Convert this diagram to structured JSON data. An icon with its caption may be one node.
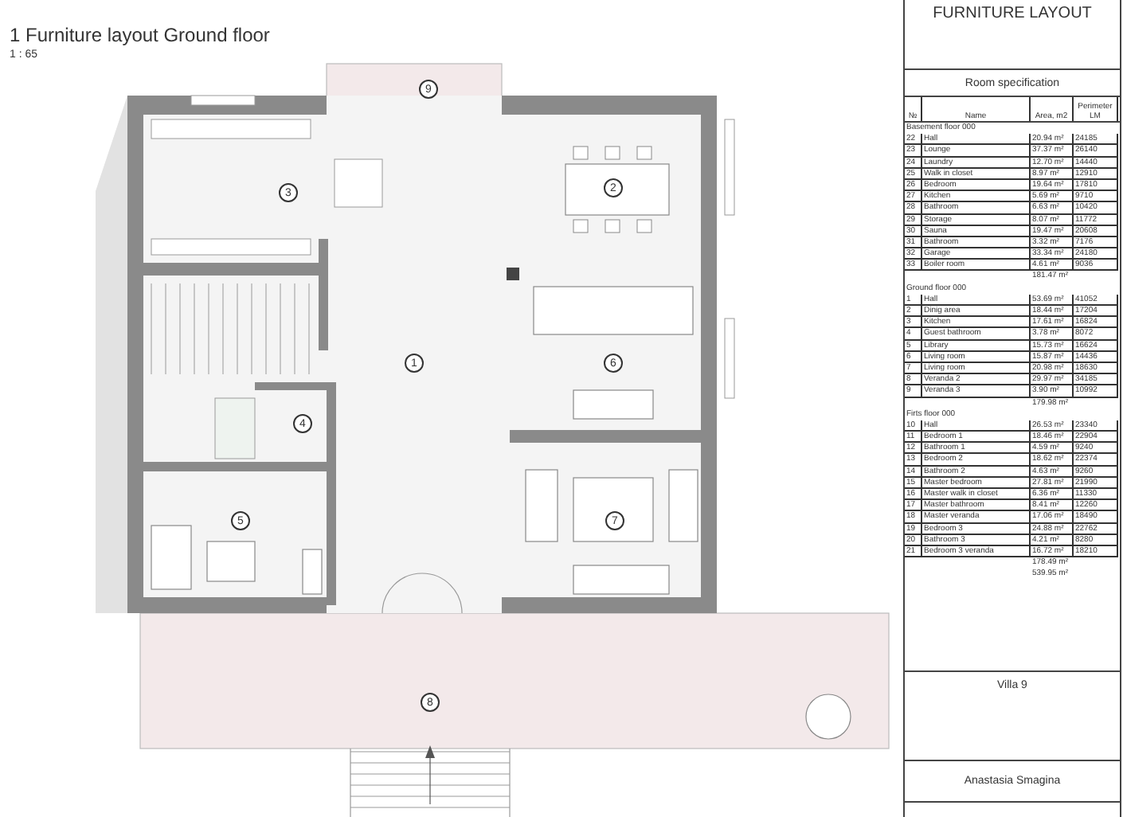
{
  "diagram": {
    "title": "1 Furniture layout Ground floor",
    "nodes": [
      {
        "text": [
          "9"
        ]
      },
      {
        "text": [
          "3"
        ]
      },
      {
        "text": [
          "2"
        ]
      },
      {
        "text": [
          "1"
        ]
      },
      {
        "text": [
          "6"
        ]
      },
      {
        "text": [
          "4"
        ]
      },
      {
        "text": [
          "5"
        ]
      },
      {
        "text": [
          "7"
        ]
      },
      {
        "text": [
          "8"
        ]
      }
    ],
    "labels": [
      "1 : 65",
      "FURNITURE LAYOUT",
      "Room specification",
      "№",
      "Name",
      "Area, m2",
      "Perimeter LM",
      "Basement floor 000",
      "22",
      "Hall",
      "20.94 m²",
      "24185",
      "23",
      "Lounge",
      "37.37 m²",
      "26140",
      "24",
      "Laundry",
      "12.70 m²",
      "14440",
      "25",
      "Walk in closet",
      "8.97 m²",
      "12910",
      "26",
      "Bedroom",
      "19.64 m²",
      "17810",
      "27",
      "Kitchen",
      "5.69 m²",
      "9710",
      "28",
      "Bathroom",
      "6.63 m²",
      "10420",
      "29",
      "Storage",
      "8.07 m²",
      "11772",
      "30",
      "Sauna",
      "19.47 m²",
      "20608",
      "31",
      "Bathroom",
      "3.32 m²",
      "7176",
      "32",
      "Garage",
      "33.34 m²",
      "24180",
      "33",
      "Boiler room",
      "4.61 m²",
      "9036",
      "181.47 m²",
      "Ground floor 000",
      "1",
      "Hall",
      "53.69 m²",
      "41052",
      "2",
      "Dinig area",
      "18.44 m²",
      "17204",
      "3",
      "Kitchen",
      "17.61 m²",
      "16824",
      "4",
      "Guest bathroom",
      "3.78 m²",
      "8072",
      "5",
      "Library",
      "15.73 m²",
      "16624",
      "6",
      "Living room",
      "15.87 m²",
      "14436",
      "7",
      "Living room",
      "20.98 m²",
      "18630",
      "8",
      "Veranda 2",
      "29.97 m²",
      "34185",
      "9",
      "Veranda 3",
      "3.90 m²",
      "10992",
      "179.98 m²",
      "Firts floor 000",
      "10",
      "Hall",
      "26.53 m²",
      "23340",
      "11",
      "Bedroom 1",
      "18.46 m²",
      "22904",
      "12",
      "Bathroom 1",
      "4.59 m²",
      "9240",
      "13",
      "Bedroom 2",
      "18.62 m²",
      "22374",
      "14",
      "Bathroom 2",
      "4.63 m²",
      "9260",
      "15",
      "Master bedroom",
      "27.81 m²",
      "21990",
      "16",
      "Master walk in closet",
      "6.36 m²",
      "11330",
      "17",
      "Master bathroom",
      "8.41 m²",
      "12260",
      "18",
      "Master veranda",
      "17.06 m²",
      "18490",
      "19",
      "Bedroom 3",
      "24.88 m²",
      "22762",
      "20",
      "Bathroom 3",
      "4.21 m²",
      "8280",
      "21",
      "Bedroom 3 veranda",
      "16.72 m²",
      "18210",
      "178.49 m²",
      "539.95 m²",
      "Villa 9",
      "Anastasia Smagina"
    ]
  }
}
